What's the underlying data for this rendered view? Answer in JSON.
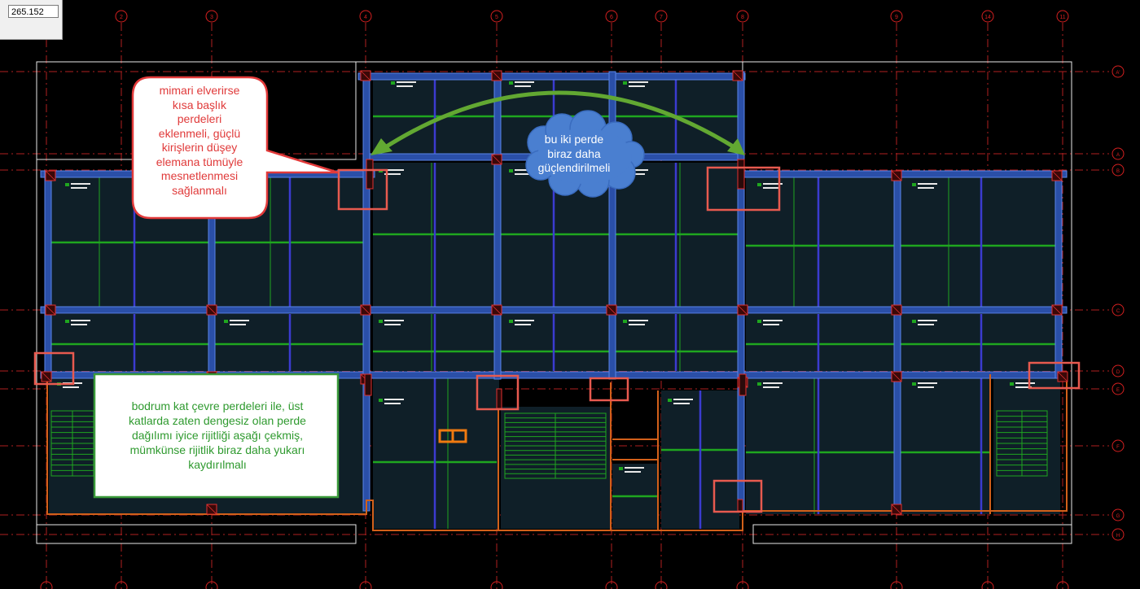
{
  "coordinate_field": {
    "value": "265.152"
  },
  "grid_axes": {
    "columns": [
      "1",
      "2",
      "3",
      "4",
      "5",
      "6",
      "7",
      "8",
      "9",
      "14",
      "11"
    ],
    "rows": [
      "A'",
      "A",
      "B",
      "C",
      "D",
      "E",
      "F",
      "G",
      "H"
    ]
  },
  "annotations": {
    "left_note": [
      "mimari elverirse",
      "kısa başlık",
      "perdeleri",
      "eklenmeli, güçlü",
      "kirişlerin düşey",
      "elemana tümüyle",
      "mesnetlenmesi",
      "sağlanmalı"
    ],
    "cloud_note": [
      "bu iki perde",
      "biraz daha",
      "güçlendirilmeli"
    ],
    "bottom_note": [
      "bodrum kat çevre perdeleri ile, üst",
      "katlarda zaten dengesiz olan perde",
      "dağılımı iyice rijitliği aşağı çekmiş,",
      "mümkünse rijitlik biraz daha yukarı",
      "kaydırılmalı"
    ]
  },
  "colors": {
    "background": "#000000",
    "slab_fill": "#0f1f28",
    "beam": "#3d6bd6",
    "rebar_green": "#1fa61f",
    "rebar_blue": "#3b3bd0",
    "axis_red": "#d42020",
    "highlight": "#e85a4f",
    "annotation_red_text": "#e03a3a",
    "annotation_green_text": "#2f9a2f",
    "cloud_fill": "#4a7fd0",
    "arrow_green": "#62a832"
  }
}
